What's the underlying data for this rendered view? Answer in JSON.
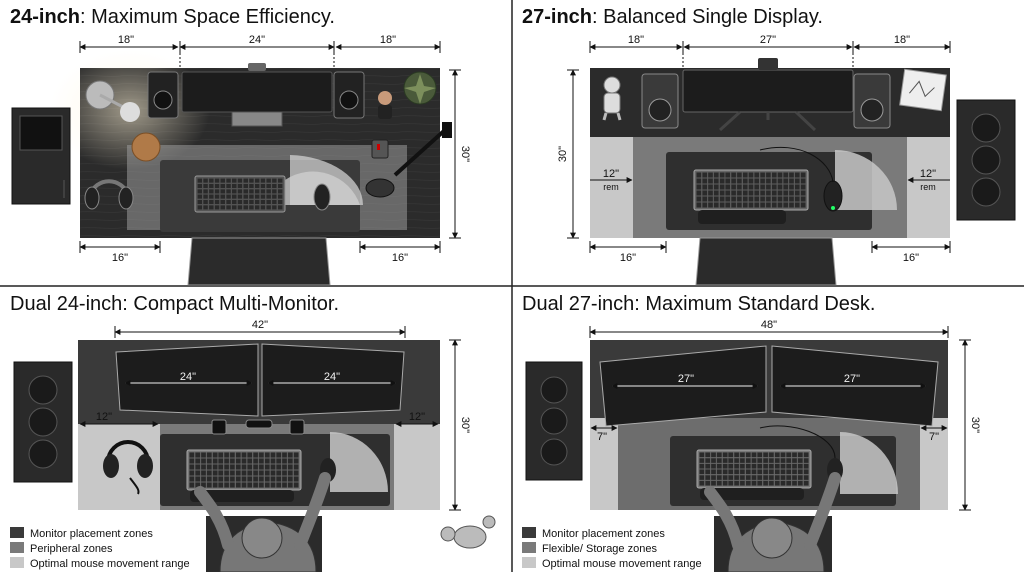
{
  "panels": [
    {
      "title_bold": "24-inch",
      "title_rest": ": Maximum Space Efficiency.",
      "dims": {
        "left": "18\"",
        "center": "24\"",
        "right": "18\"",
        "depth": "30\"",
        "bottom_left": "16\"",
        "bottom_right": "16\""
      }
    },
    {
      "title_bold": "27-inch",
      "title_rest": ": Balanced Single Display.",
      "dims": {
        "left": "18\"",
        "center": "27\"",
        "right": "18\"",
        "depth": "30\"",
        "bottom_left": "16\"",
        "bottom_right": "16\"",
        "rem_left": "12\"",
        "rem_right": "12\"",
        "rem_label": "rem"
      }
    },
    {
      "title": "Dual 24-inch: Compact Multi-Monitor.",
      "dims": {
        "total": "42\"",
        "monitor_left": "24\"",
        "monitor_right": "24\"",
        "side_left": "12\"",
        "side_right": "12\"",
        "depth": "30\""
      },
      "legend": [
        "Monitor placement zones",
        "Peripheral zones",
        "Optimal mouse movement range"
      ]
    },
    {
      "title": "Dual 27-inch: Maximum Standard Desk.",
      "dims": {
        "total": "48\"",
        "monitor_left": "27\"",
        "monitor_right": "27\"",
        "side_left": "7\"",
        "side_right": "7\"",
        "depth": "30\""
      },
      "legend": [
        "Monitor placement zones",
        "Flexible/ Storage zones",
        "Optimal mouse movement range"
      ]
    }
  ],
  "colors": {
    "monitor_zone": "#3a3a3a",
    "peripheral_zone": "#7a7a7a",
    "mouse_zone": "#c8c8c8",
    "desk_dark": "#2b2b2b",
    "desk_mid": "#6d6d6d"
  }
}
